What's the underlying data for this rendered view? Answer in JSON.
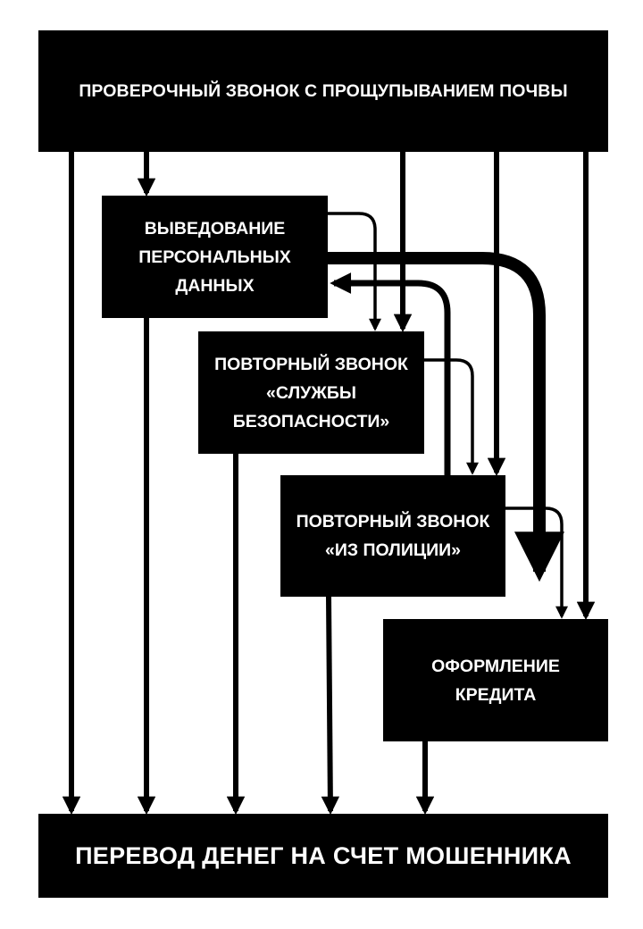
{
  "diagram": {
    "nodes": {
      "probe_call": "ПРОВЕРОЧНЫЙ ЗВОНОК С ПРОЩУПЫВАНИЕМ ПОЧВЫ",
      "personal_data": "ВЫВЕДОВАНИЕ\nПЕРСОНАЛЬНЫХ\nДАННЫХ",
      "security_call": "ПОВТОРНЫЙ ЗВОНОК\n«СЛУЖБЫ\nБЕЗОПАСНОСТИ»",
      "police_call": "ПОВТОРНЫЙ ЗВОНОК\n«ИЗ ПОЛИЦИИ»",
      "loan": "ОФОРМЛЕНИЕ\nКРЕДИТА",
      "transfer": "ПЕРЕВОД ДЕНЕГ НА СЧЕТ МОШЕННИКА"
    },
    "edges": [
      {
        "from": "probe_call",
        "to": "transfer"
      },
      {
        "from": "probe_call",
        "to": "personal_data"
      },
      {
        "from": "probe_call",
        "to": "security_call"
      },
      {
        "from": "probe_call",
        "to": "police_call"
      },
      {
        "from": "probe_call",
        "to": "loan"
      },
      {
        "from": "personal_data",
        "to": "security_call"
      },
      {
        "from": "personal_data",
        "to": "loan",
        "emphasis": "thick"
      },
      {
        "from": "personal_data",
        "to": "transfer"
      },
      {
        "from": "security_call",
        "to": "police_call"
      },
      {
        "from": "security_call",
        "to": "transfer"
      },
      {
        "from": "police_call",
        "to": "personal_data"
      },
      {
        "from": "police_call",
        "to": "loan"
      },
      {
        "from": "police_call",
        "to": "transfer"
      },
      {
        "from": "loan",
        "to": "transfer"
      }
    ],
    "colors": {
      "box": "#000000",
      "text": "#ffffff",
      "arrow": "#000000",
      "background": "#ffffff"
    }
  }
}
